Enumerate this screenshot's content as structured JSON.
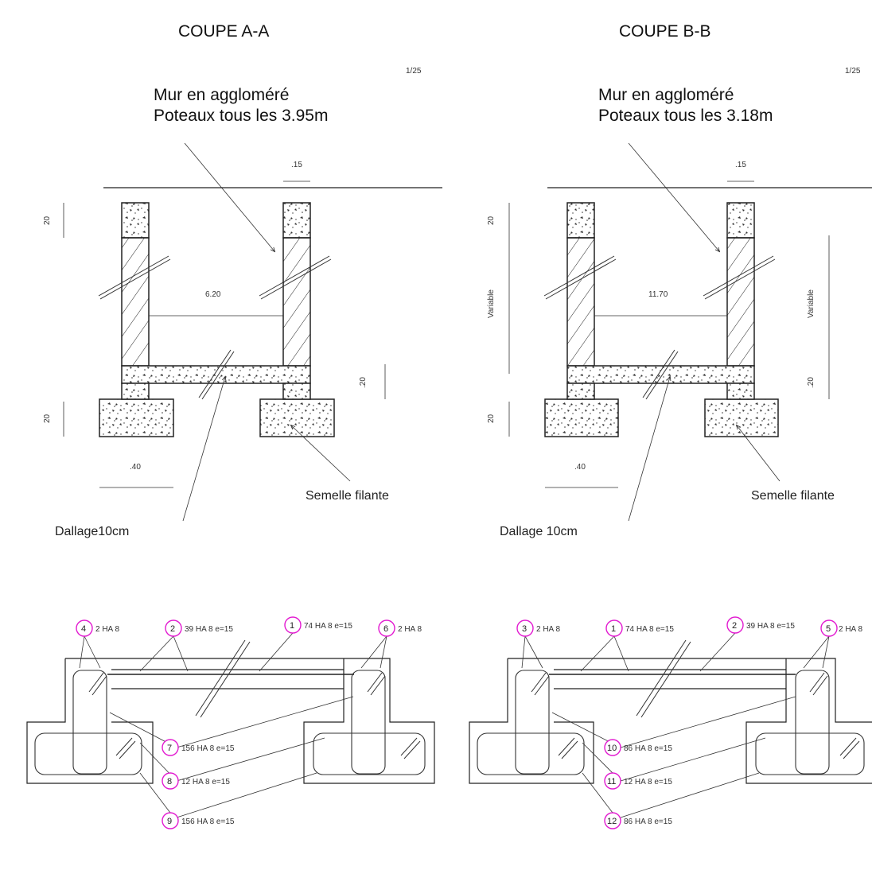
{
  "sections": [
    {
      "title": "COUPE A-A",
      "scale": "1/25",
      "wall_note_line1": "Mur en aggloméré",
      "wall_note_line2": "Poteaux tous les 3.95m",
      "dims": {
        "top": ".15",
        "span": "6.20",
        "left_20": "20",
        "left_20b": "20",
        "right_20": ".20",
        "width": ".40"
      },
      "labels": {
        "semelle": "Semelle filante",
        "dallage": "Dallage10cm"
      },
      "rebar": [
        {
          "n": "4",
          "text": "2 HA 8"
        },
        {
          "n": "2",
          "text": "39 HA 8 e=15"
        },
        {
          "n": "1",
          "text": "74 HA 8 e=15"
        },
        {
          "n": "6",
          "text": "2 HA 8"
        },
        {
          "n": "7",
          "text": "156 HA 8 e=15"
        },
        {
          "n": "8",
          "text": "12 HA 8 e=15"
        },
        {
          "n": "9",
          "text": "156 HA 8 e=15"
        }
      ]
    },
    {
      "title": "COUPE B-B",
      "scale": "1/25",
      "wall_note_line1": "Mur en aggloméré",
      "wall_note_line2": "Poteaux tous les 3.18m",
      "dims": {
        "top": ".15",
        "span": "11.70",
        "left_20": "20",
        "left_20b": "20",
        "right_20": ".20",
        "width": ".40",
        "variable": "Variable",
        "variable2": "Variable"
      },
      "labels": {
        "semelle": "Semelle filante",
        "dallage": "Dallage 10cm"
      },
      "rebar": [
        {
          "n": "3",
          "text": "2 HA 8"
        },
        {
          "n": "1",
          "text": "74 HA 8 e=15"
        },
        {
          "n": "2",
          "text": "39 HA 8 e=15"
        },
        {
          "n": "5",
          "text": "2 HA 8"
        },
        {
          "n": "10",
          "text": "86 HA 8 e=15"
        },
        {
          "n": "11",
          "text": "12 HA 8 e=15"
        },
        {
          "n": "12",
          "text": "86 HA 8 e=15"
        }
      ]
    }
  ]
}
